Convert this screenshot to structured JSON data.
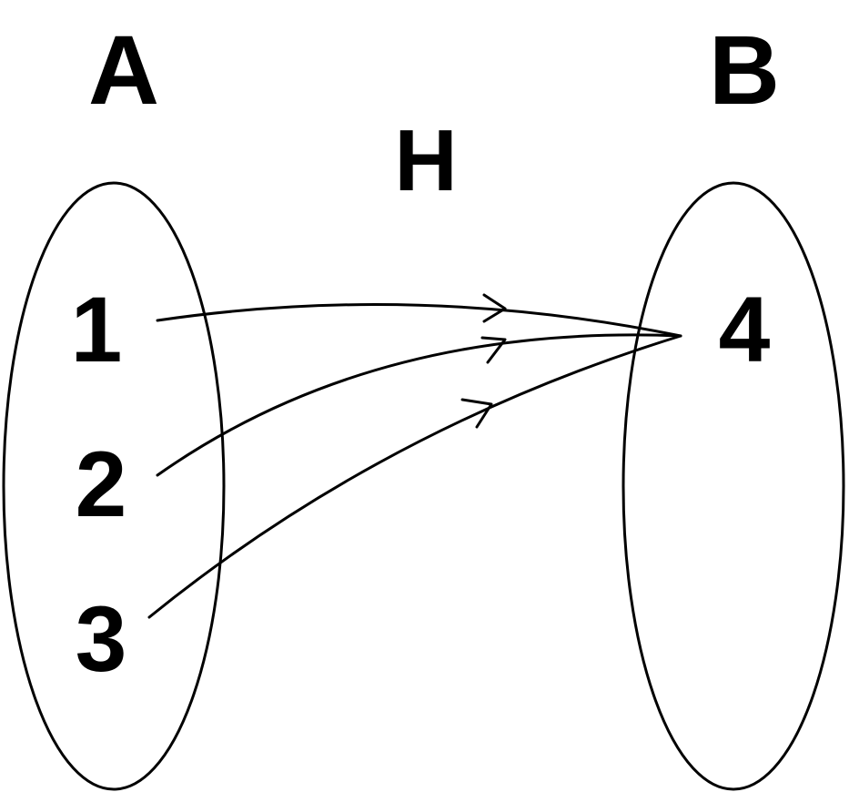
{
  "sets": {
    "a": {
      "label": "A",
      "elements": [
        "1",
        "2",
        "3"
      ]
    },
    "b": {
      "label": "B",
      "elements": [
        "4"
      ]
    }
  },
  "function_label": "H",
  "mappings": [
    {
      "from": "1",
      "to": "4"
    },
    {
      "from": "2",
      "to": "4"
    },
    {
      "from": "3",
      "to": "4"
    }
  ],
  "colors": {
    "ink": "#000000",
    "background": "#ffffff"
  }
}
